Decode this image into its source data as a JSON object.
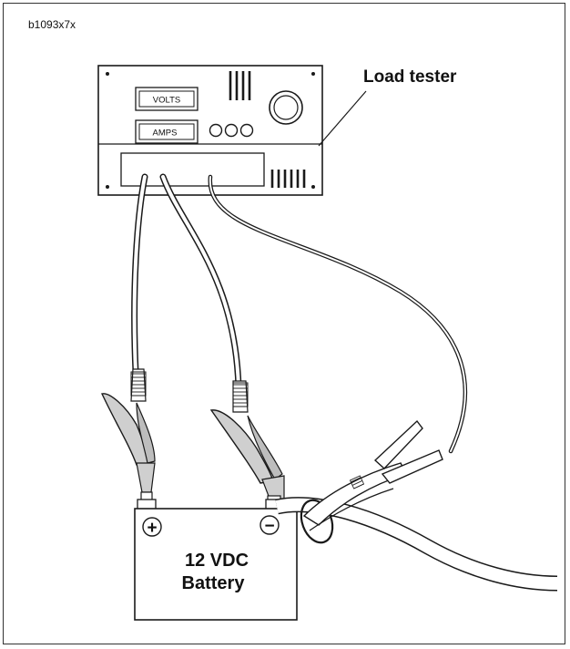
{
  "figure": {
    "id": "b1093x7x"
  },
  "tester": {
    "label": "Load tester",
    "volts_label": "VOLTS",
    "amps_label": "AMPS"
  },
  "battery": {
    "line1": "12 VDC",
    "line2": "Battery",
    "positive_symbol": "+",
    "negative_symbol": "−"
  },
  "colors": {
    "line": "#1a1a1a",
    "cable_fill": "#ffffff",
    "clamp_fill": "#cfcfcf",
    "background": "#ffffff"
  }
}
